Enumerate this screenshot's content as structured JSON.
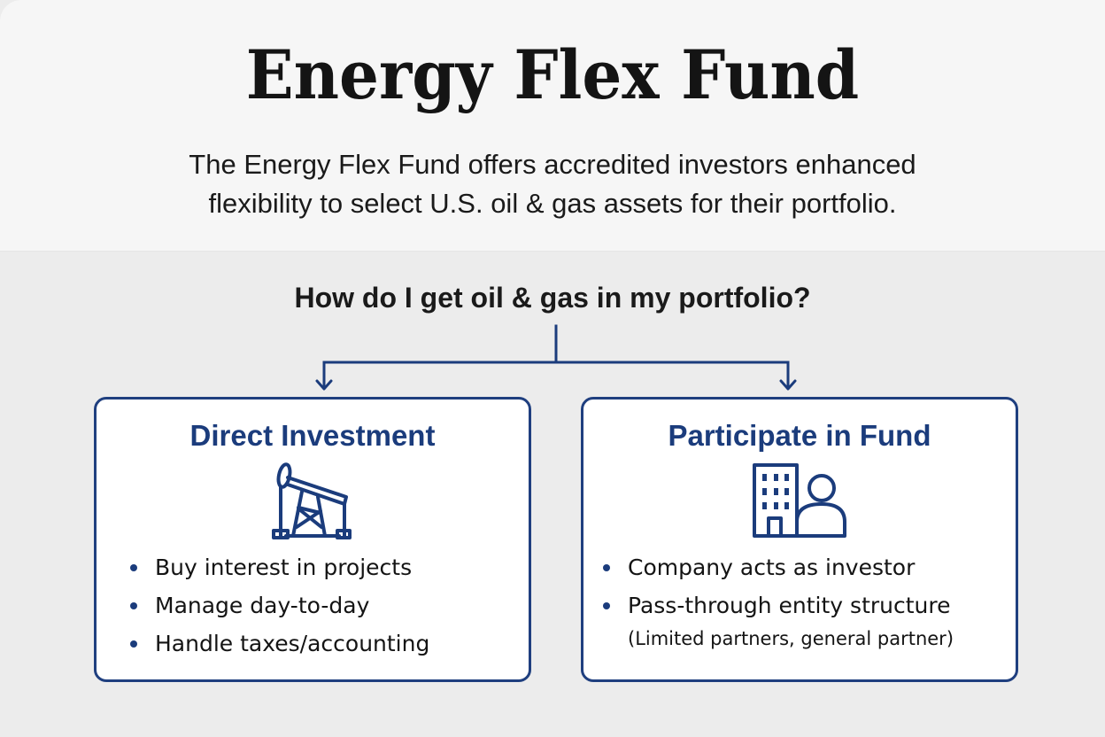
{
  "header": {
    "title": "Energy Flex Fund",
    "subtitle_line1": "The Energy Flex Fund offers accredited investors enhanced",
    "subtitle_line2": "flexibility to select U.S. oil & gas assets for their portfolio."
  },
  "question": "How do I get oil & gas in my portfolio?",
  "colors": {
    "accent": "#1b3c7c",
    "top_background": "#f6f6f6",
    "bottom_background": "#ececec",
    "card_background": "#ffffff"
  },
  "options": [
    {
      "title": "Direct Investment",
      "icon": "oil-pump-icon",
      "bullets": [
        "Buy interest in projects",
        "Manage day-to-day",
        "Handle taxes/accounting"
      ]
    },
    {
      "title": "Participate in Fund",
      "icon": "building-person-icon",
      "bullets": [
        "Company acts as investor",
        "Pass-through entity structure"
      ],
      "bullet_note": "(Limited partners, general partner)"
    }
  ]
}
